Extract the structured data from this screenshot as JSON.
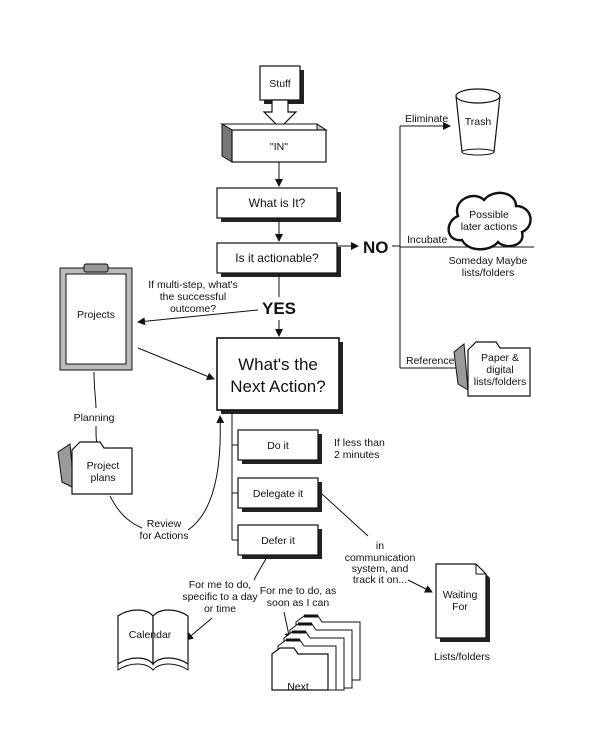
{
  "nodes": {
    "stuff": "Stuff",
    "in": "\"IN\"",
    "what_is_it": "What is It?",
    "actionable": "Is it  actionable?",
    "no": "NO",
    "yes": "YES",
    "multi_step": [
      "If multi-step, what's",
      "the successful",
      "outcome?"
    ],
    "projects": "Projects",
    "planning": "Planning",
    "project_plans": [
      "Project",
      "plans"
    ],
    "review": [
      "Review",
      "for Actions"
    ],
    "next_action": [
      "What's the",
      "Next Action?"
    ],
    "do_it": "Do it",
    "less_than": [
      "If less than",
      "2 minutes"
    ],
    "delegate_it": "Delegate it",
    "communication": [
      "in",
      "communication",
      "system, and",
      "track it on..."
    ],
    "defer_it": "Defer it",
    "for_me_day": [
      "For me to do,",
      "specific to a day",
      "or time"
    ],
    "for_me_asap": [
      "For me to do, as",
      "soon as I can"
    ],
    "calendar": "Calendar",
    "next": "Next",
    "waiting_for": [
      "Waiting",
      "For"
    ],
    "lists_folders": "Lists/folders",
    "eliminate": "Eliminate",
    "trash": "Trash",
    "incubate": "Incubate",
    "possible_later": [
      "Possible",
      "later actions"
    ],
    "someday_maybe": [
      "Someday Maybe",
      "lists/folders"
    ],
    "reference": "Reference",
    "paper_digital": [
      "Paper &",
      "digital",
      "lists/folders"
    ]
  }
}
